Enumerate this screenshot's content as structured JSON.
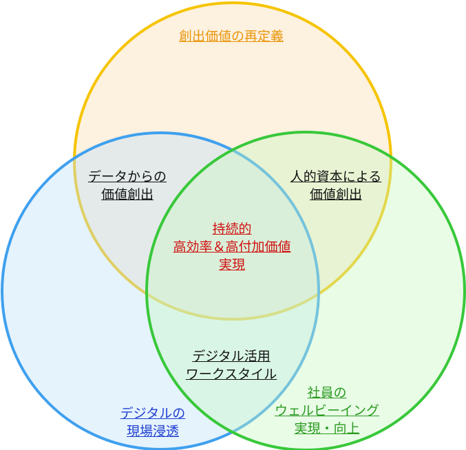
{
  "circles": {
    "top": {
      "label": "創出価値の再定義",
      "stroke": "#F5C400",
      "fill": "#FBDDB0",
      "text_color": "#E8960C"
    },
    "left": {
      "label": [
        "デジタルの",
        "現場浸透"
      ],
      "stroke": "#3FA0EE",
      "fill": "#BFE2FA",
      "text_color": "#1F3FD0"
    },
    "right": {
      "label": [
        "社員の",
        "ウェルビーイング",
        "実現・向上"
      ],
      "stroke": "#38C83A",
      "fill": "#C9F7C0",
      "text_color": "#2A9A20"
    }
  },
  "intersections": {
    "top_left": [
      "データからの",
      "価値創出"
    ],
    "top_right": [
      "人的資本による",
      "価値創出"
    ],
    "left_right": [
      "デジタル活用",
      "ワークスタイル"
    ],
    "center": [
      "持続的",
      "高効率＆高付加価値",
      "実現"
    ],
    "center_color": "#D01010",
    "text_color": "#111111"
  }
}
